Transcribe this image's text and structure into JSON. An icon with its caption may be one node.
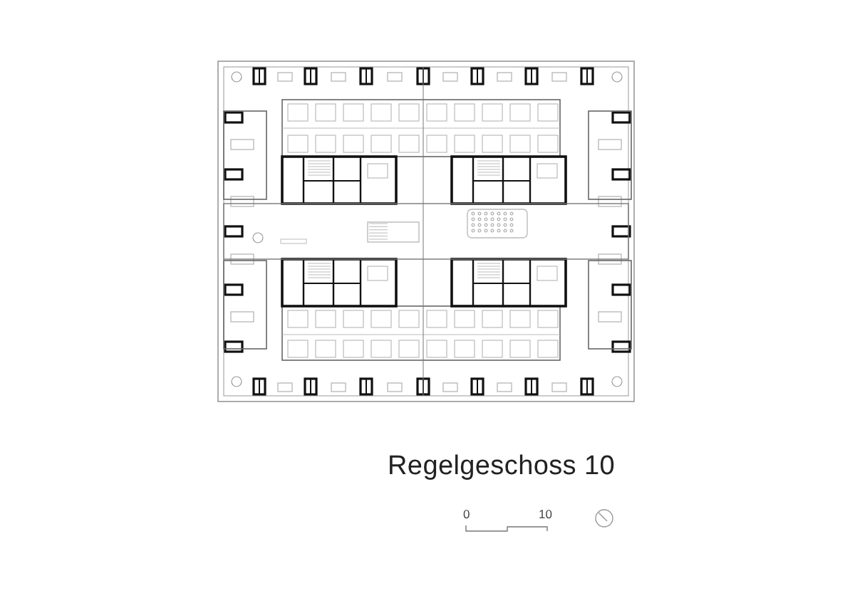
{
  "diagram": {
    "title": "Regelgeschoss 10",
    "labels": [
      "0",
      "10"
    ]
  }
}
